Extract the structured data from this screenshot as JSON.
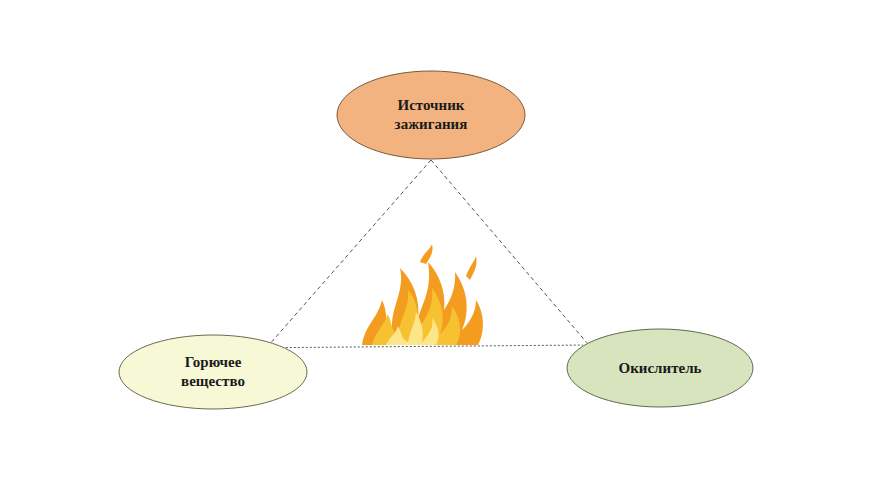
{
  "diagram": {
    "nodes": [
      {
        "text": [
          "Источник зажигания"
        ]
      },
      {
        "text": [
          "Горючее вещество"
        ]
      },
      {
        "text": [
          "Окислитель"
        ]
      }
    ],
    "edges": [
      {
        "from": 0,
        "to": 1,
        "arrow": "none"
      },
      {
        "from": 0,
        "to": 2,
        "arrow": "none"
      },
      {
        "from": 1,
        "to": 2,
        "arrow": "none"
      }
    ]
  }
}
